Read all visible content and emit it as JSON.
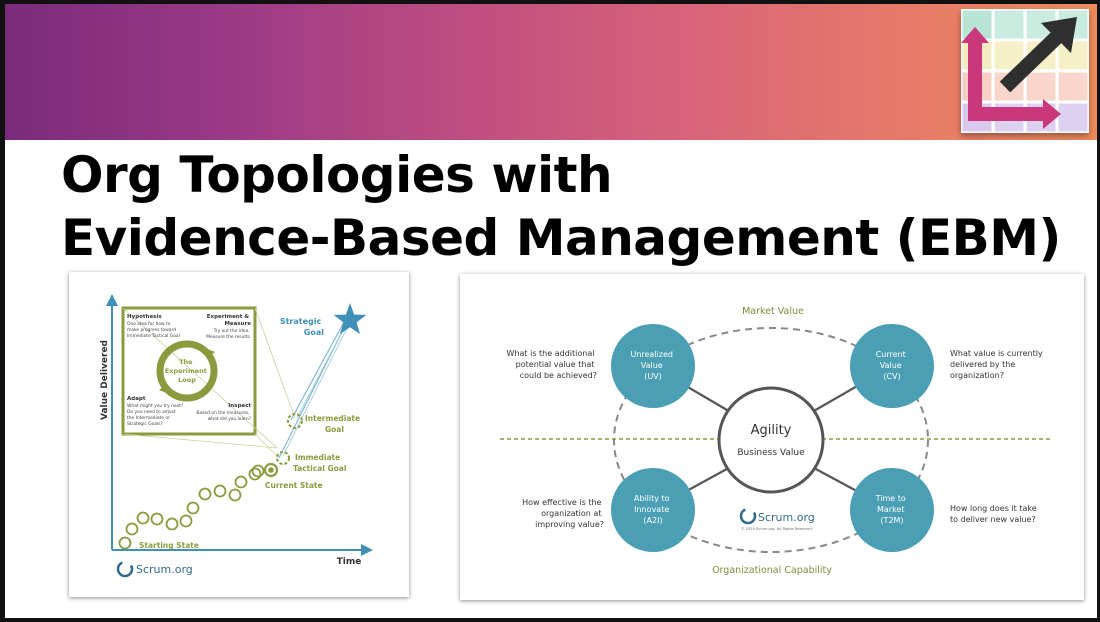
{
  "title": {
    "line1": "Org Topologies with",
    "line2": "Evidence-Based Management (EBM)"
  },
  "colors": {
    "olive": "#8a9b3e",
    "teal": "#4a9fb5",
    "star": "#3f8fb9",
    "logo_pink": "#c8387a",
    "logo_dark": "#2f2f2f"
  },
  "left_diagram": {
    "y_axis_label": "Value Delivered",
    "x_axis_label": "Time",
    "loop": {
      "hypothesis_title": "Hypothesis",
      "hypothesis_text": [
        "One idea for how to",
        "make progress toward",
        "Immediate Tactical Goal"
      ],
      "experiment_title": [
        "Experiment &",
        "Measure"
      ],
      "experiment_text": [
        "Try out the idea.",
        "Measure the results."
      ],
      "center_label": [
        "The",
        "Experiment",
        "Loop"
      ],
      "adapt_title": "Adapt",
      "adapt_text": [
        "What might you try next?",
        "Do you need to adjust",
        "the Intermediate or",
        "Strategic Goals?"
      ],
      "inspect_title": "Inspect",
      "inspect_text": [
        "Based on the measures,",
        "what did you learn?"
      ]
    },
    "strategic_goal": [
      "Strategic",
      "Goal"
    ],
    "intermediate_goal": [
      "Intermediate",
      "Goal"
    ],
    "immediate_goal": [
      "Immediate",
      "Tactical Goal"
    ],
    "current_state": "Current State",
    "starting_state": "Starting State",
    "brand": "Scrum.org"
  },
  "right_diagram": {
    "market_value": "Market Value",
    "organizational_capability": "Organizational Capability",
    "center_title": "Agility",
    "center_subtitle": "Business Value",
    "uv": [
      "Unrealized",
      "Value",
      "(UV)"
    ],
    "cv": [
      "Current",
      "Value",
      "(CV)"
    ],
    "a2i": [
      "Ability to",
      "Innovate",
      "(A2I)"
    ],
    "t2m": [
      "Time to",
      "Market",
      "(T2M)"
    ],
    "q_uv": [
      "What is the additional",
      "potential value that",
      "could be achieved?"
    ],
    "q_cv": [
      "What value is currently",
      "delivered by the",
      "organization?"
    ],
    "q_a2i": [
      "How effective is the",
      "organization at",
      "improving value?"
    ],
    "q_t2m": [
      "How long does it take",
      "to deliver new value?"
    ],
    "brand": "Scrum.org",
    "copyright": "© 2024 Scrum.org. All Rights Reserved."
  }
}
